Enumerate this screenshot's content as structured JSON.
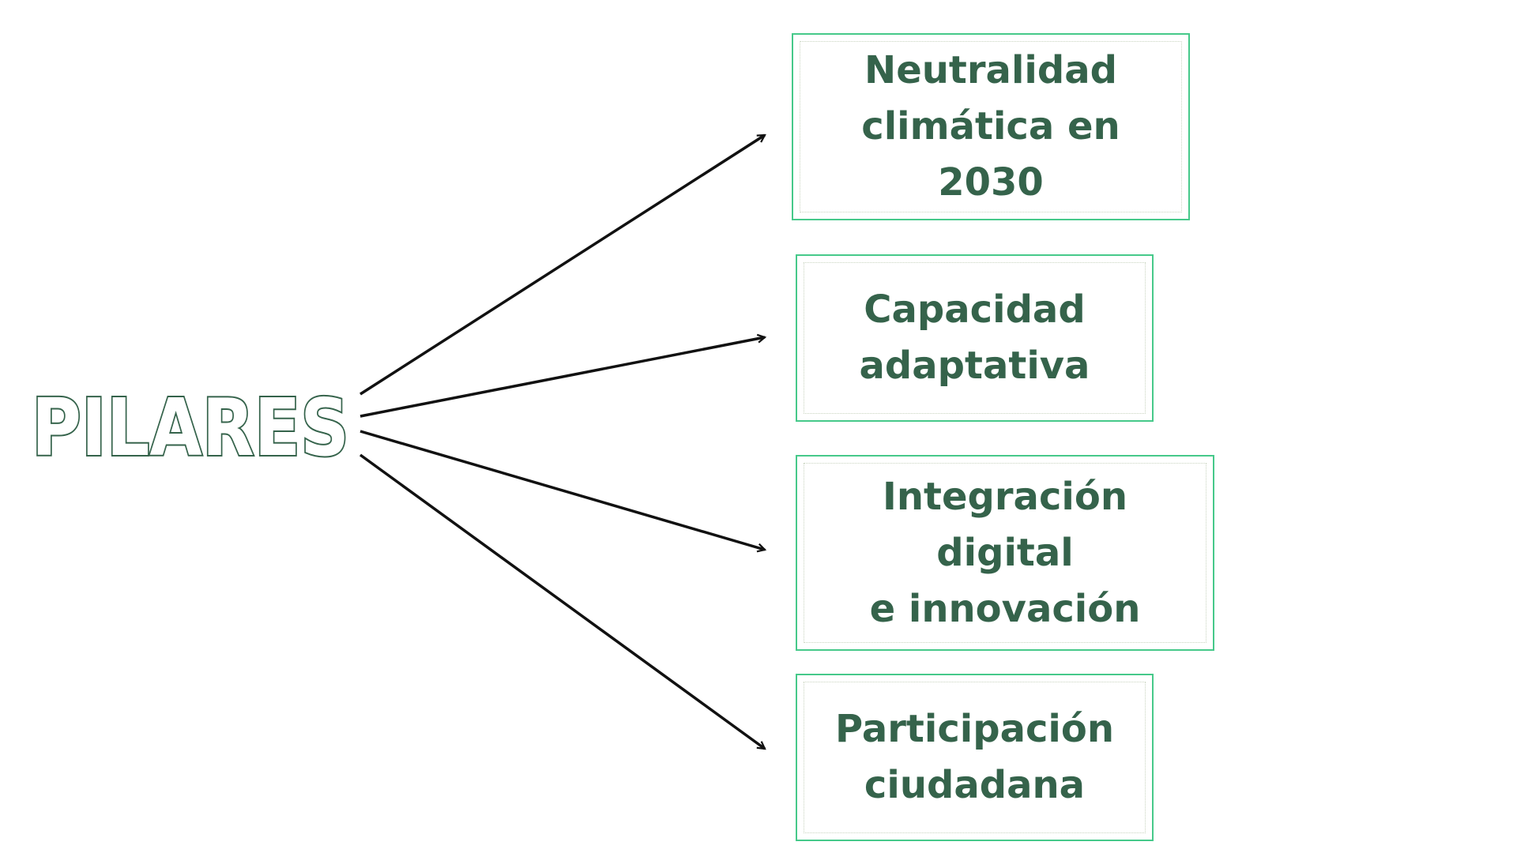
{
  "diagram": {
    "root": {
      "label": "PILARES"
    },
    "pillars": [
      {
        "label": "Neutralidad\nclimática en\n2030"
      },
      {
        "label": "Capacidad\nadaptativa"
      },
      {
        "label": "Integración digital\ne innovación"
      },
      {
        "label": "Participación\nciudadana"
      }
    ]
  },
  "colors": {
    "text": "#35634b",
    "box_border": "#46c98a",
    "box_inner_border": "#c9d4c0",
    "arrow": "#111111",
    "background": "#ffffff"
  }
}
